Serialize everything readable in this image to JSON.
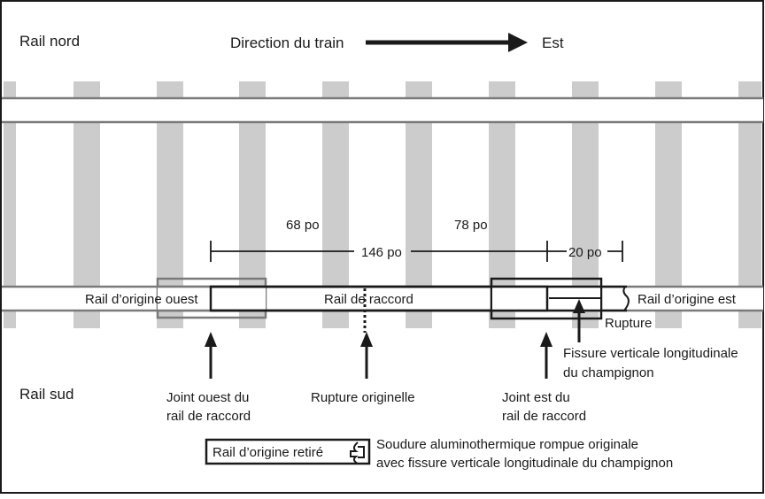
{
  "header": {
    "north_rail": "Rail nord",
    "direction": "Direction du train",
    "east": "Est"
  },
  "south_rail": "Rail sud",
  "rails": {
    "west_original": "Rail d’origine ouest",
    "closure": "Rail de raccord",
    "east_original": "Rail d’origine est"
  },
  "dimensions": {
    "west_segment": "68 po",
    "middle_segment": "78 po",
    "total": "146 po",
    "east_segment": "20 po"
  },
  "labels": {
    "rupture": "Rupture",
    "vertical_split_line1": "Fissure verticale longitudinale",
    "vertical_split_line2": "du champignon",
    "west_joint_line1": "Joint ouest du",
    "west_joint_line2": "rail de raccord",
    "original_break": "Rupture originelle",
    "east_joint_line1": "Joint est du",
    "east_joint_line2": "rail de raccord"
  },
  "legend": {
    "removed_rail": "Rail d’origine retiré",
    "weld_line1": "Soudure aluminothermique rompue originale",
    "weld_line2": "avec fissure verticale longitudinale du champignon"
  },
  "colors": {
    "tie": "#cccccc",
    "rail_line": "#7a7a7a",
    "ink": "#1a1a1a"
  }
}
